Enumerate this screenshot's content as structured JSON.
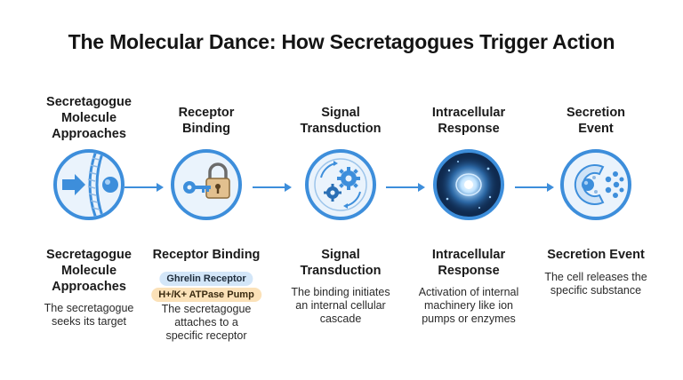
{
  "title": "The Molecular Dance: How Secretagogues Trigger Action",
  "steps": [
    {
      "heading": [
        "Secretagogue",
        "Molecule",
        "Approaches"
      ],
      "name": [
        "Secretagogue",
        "Molecule",
        "Approaches"
      ],
      "description": [
        "The secretagogue",
        "seeks its target"
      ],
      "icon": "molecule-approach-icon"
    },
    {
      "heading": [
        "Receptor",
        "Binding"
      ],
      "name": [
        "Receptor Binding"
      ],
      "badges": [
        "Ghrelin Receptor",
        "H+/K+ ATPase Pump"
      ],
      "description": [
        "The secretagogue",
        "attaches to a",
        "specific receptor"
      ],
      "icon": "key-lock-icon"
    },
    {
      "heading": [
        "Signal",
        "Transduction"
      ],
      "name": [
        "Signal",
        "Transduction"
      ],
      "description": [
        "The binding initiates",
        "an internal cellular",
        "cascade"
      ],
      "icon": "gears-icon"
    },
    {
      "heading": [
        "Intracellular",
        "Response"
      ],
      "name": [
        "Intracellular",
        "Response"
      ],
      "description": [
        "Activation of internal",
        "machinery like ion",
        "pumps or enzymes"
      ],
      "icon": "glowing-cell-icon"
    },
    {
      "heading": [
        "Secretion",
        "Event"
      ],
      "name": [
        "Secretion Event"
      ],
      "description": [
        "The cell releases the",
        "specific substance"
      ],
      "icon": "secreting-cell-icon"
    }
  ],
  "colors": {
    "accent": "#3d8edb",
    "circle_fill": "#eaf3fc",
    "badge_blue": "#d3e6f8",
    "badge_orange": "#fbe1b8",
    "dark_cell": "#0f2a4f"
  }
}
